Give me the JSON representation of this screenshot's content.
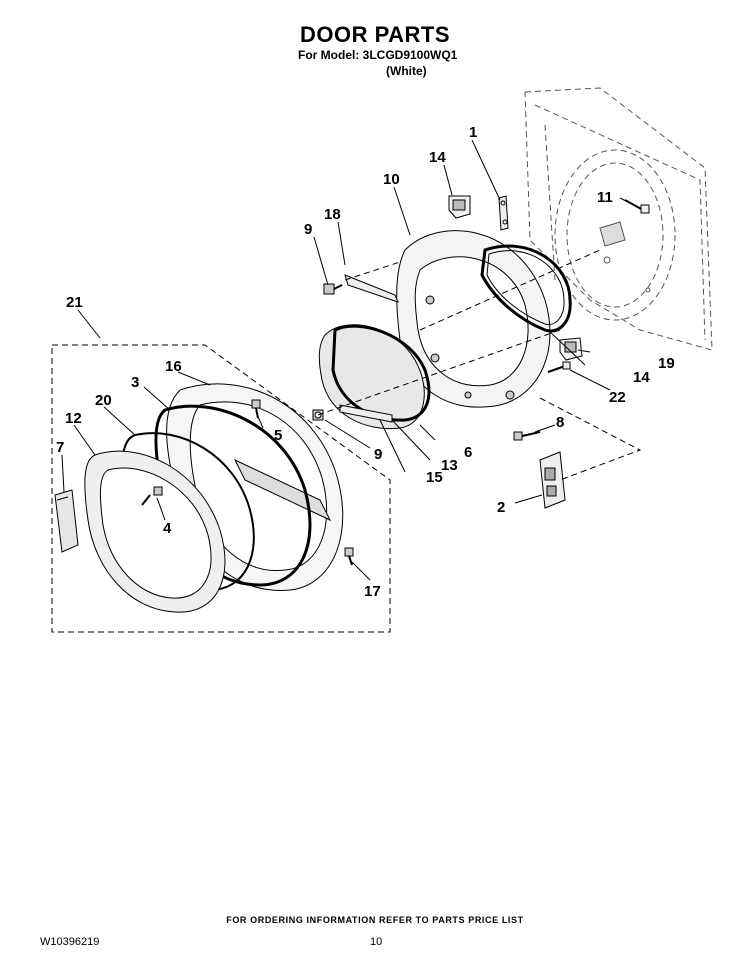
{
  "header": {
    "title": "DOOR PARTS",
    "model_line": "For Model: 3LCGD9100WQ1",
    "color_line": "(White)"
  },
  "callouts": {
    "c1": "1",
    "c2": "2",
    "c3": "3",
    "c4": "4",
    "c5": "5",
    "c6": "6",
    "c7": "7",
    "c8": "8",
    "c9a": "9",
    "c9b": "9",
    "c10": "10",
    "c11": "11",
    "c12": "12",
    "c13": "13",
    "c14a": "14",
    "c14b": "14",
    "c15": "15",
    "c16": "16",
    "c17": "17",
    "c18": "18",
    "c19": "19",
    "c20": "20",
    "c21": "21",
    "c22": "22"
  },
  "footer": {
    "note": "FOR ORDERING INFORMATION REFER TO PARTS PRICE LIST",
    "doc_number": "W10396219",
    "page_number": "10"
  }
}
